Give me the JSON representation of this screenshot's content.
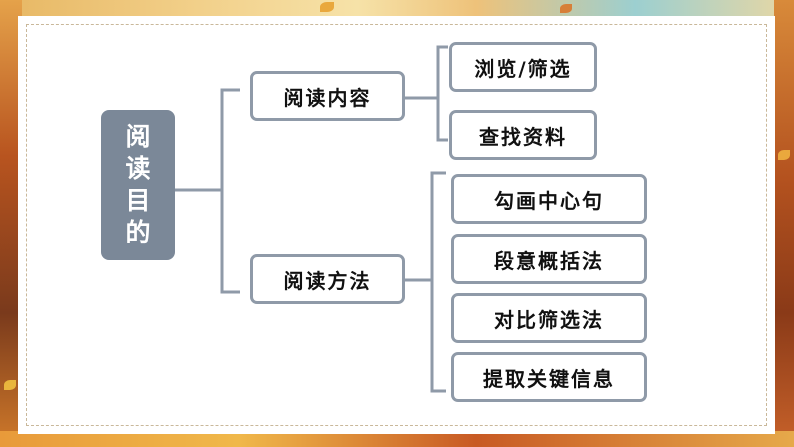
{
  "diagram": {
    "root": {
      "label": "阅读目的"
    },
    "branches": [
      {
        "label": "阅读内容",
        "children": [
          "浏览/筛选",
          "查找资料"
        ]
      },
      {
        "label": "阅读方法",
        "children": [
          "勾画中心句",
          "段意概括法",
          "对比筛选法",
          "提取关键信息"
        ]
      }
    ],
    "colors": {
      "root_fill": "#7b8898",
      "node_border": "#8f9aa8",
      "connector": "#8f9aa8",
      "card_background": "#ffffff",
      "backdrop": "#c8622a"
    }
  }
}
